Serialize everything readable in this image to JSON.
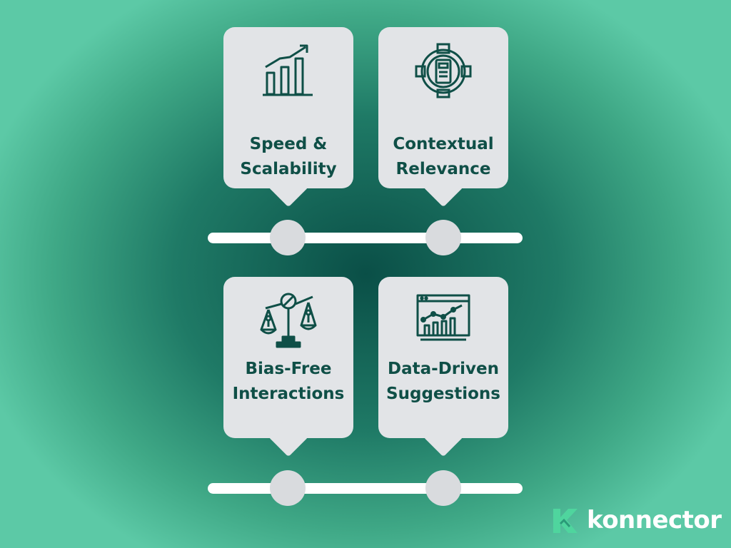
{
  "cards": [
    {
      "label": "Speed &\nScalability",
      "icon": "bar-growth-icon"
    },
    {
      "label": "Contextual\nRelevance",
      "icon": "target-document-icon"
    },
    {
      "label": "Bias-Free\nInteractions",
      "icon": "balance-scale-icon"
    },
    {
      "label": "Data-Driven\nSuggestions",
      "icon": "analytics-dashboard-icon"
    }
  ],
  "brand": {
    "name": "konnector",
    "accent": "#4fd59e",
    "text_color": "#0f4f47"
  }
}
